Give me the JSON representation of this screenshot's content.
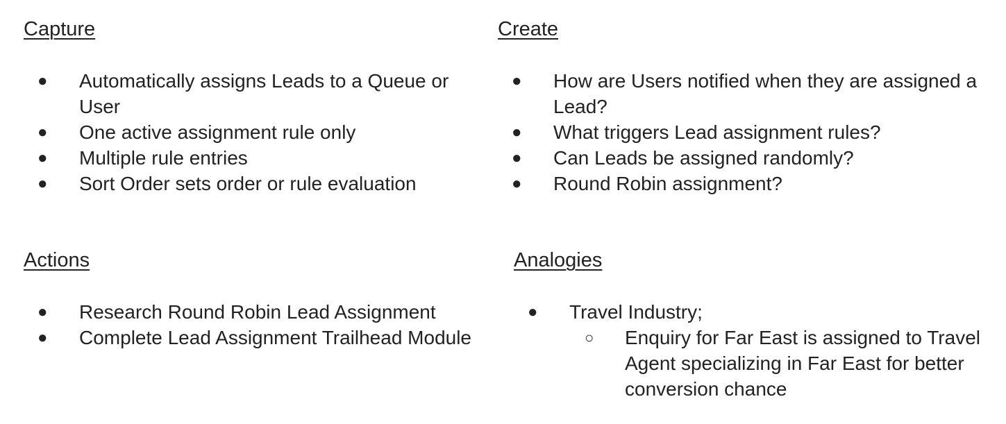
{
  "capture": {
    "heading": "Capture",
    "items": [
      "Automatically assigns Leads to a Queue or User",
      "One active assignment rule only",
      "Multiple rule entries",
      "Sort Order sets order or rule evaluation"
    ]
  },
  "create": {
    "heading": "Create",
    "items": [
      "How are Users notified when they are assigned a Lead?",
      "What triggers Lead assignment rules?",
      "Can Leads be assigned randomly?",
      "Round Robin assignment?"
    ]
  },
  "actions": {
    "heading": "Actions",
    "items": [
      "Research Round Robin Lead Assignment",
      "Complete Lead Assignment Trailhead Module"
    ]
  },
  "analogies": {
    "heading": "Analogies",
    "items": [
      {
        "text": "Travel Industry;",
        "sub_items": [
          "Enquiry for Far East is assigned to Travel Agent specializing in Far East for better conversion chance"
        ]
      }
    ]
  },
  "bullet_glyph": "●",
  "sub_bullet_glyph": "○"
}
